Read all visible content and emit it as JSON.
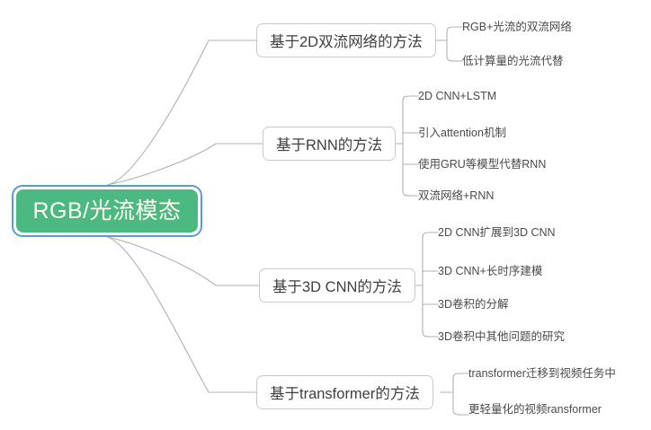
{
  "diagram": {
    "type": "mind-map",
    "title": "RGB/光流模态",
    "colors": {
      "root_fill": "#4cb882",
      "root_selection_border": "#5b9bd5",
      "root_text": "#fdfdf2",
      "node_border": "#c9c9c9",
      "node_text": "#3f3f3f",
      "leaf_text": "#4a4a4a",
      "connector": "#b0b0b0",
      "background": "#ffffff"
    }
  },
  "root": {
    "label": "RGB/光流模态"
  },
  "branches": [
    {
      "id": "two-stream-2d",
      "label": "基于2D双流网络的方法",
      "leaves": [
        {
          "label": "RGB+光流的双流网络"
        },
        {
          "label": "低计算量的光流代替"
        }
      ]
    },
    {
      "id": "rnn",
      "label": "基于RNN的方法",
      "leaves": [
        {
          "label": "2D CNN+LSTM"
        },
        {
          "label": "引入attention机制"
        },
        {
          "label": "使用GRU等模型代替RNN"
        },
        {
          "label": "双流网络+RNN"
        }
      ]
    },
    {
      "id": "cnn-3d",
      "label": "基于3D CNN的方法",
      "leaves": [
        {
          "label": "2D CNN扩展到3D CNN"
        },
        {
          "label": "3D CNN+长时序建模"
        },
        {
          "label": "3D卷积的分解"
        },
        {
          "label": "3D卷积中其他问题的研究"
        }
      ]
    },
    {
      "id": "transformer",
      "label": "基于transformer的方法",
      "leaves": [
        {
          "label": "transformer迁移到视频任务中"
        },
        {
          "label": "更轻量化的视频ransformer"
        }
      ]
    }
  ]
}
